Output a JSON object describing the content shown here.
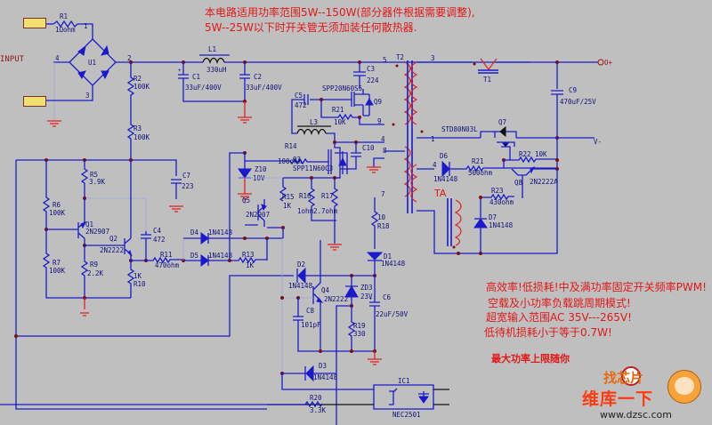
{
  "notes": {
    "header_line1": "本电路适用功率范围5W--150W(部分器件根据需要调整),",
    "header_line2": "5W--25W以下时开关管无须加装任何散热器.",
    "features": [
      "高效率!低损耗!中及满功率固定开关频率PWM!",
      "空载及小功率负载跳周期模式!",
      "超宽输入范围AC 35V---265V!",
      "低待机损耗小于等于0.7W!"
    ],
    "max_power": "最大功率上限随你"
  },
  "input": {
    "label": "INPUT",
    "pin_top": "1",
    "pin_left": "4",
    "pin_right": "2",
    "pin_bottom": "3"
  },
  "components": {
    "R1": {
      "ref": "R1",
      "value": "1Ωohm"
    },
    "U1": {
      "ref": "U1"
    },
    "L1": {
      "ref": "L1",
      "value": "330uH"
    },
    "C1": {
      "ref": "C1",
      "value": "33uF/400V"
    },
    "C2": {
      "ref": "C2",
      "value": "33uF/400V"
    },
    "C3": {
      "ref": "C3",
      "value": "224"
    },
    "Q9": {
      "ref": "Q9",
      "part": "SPP20N60S5"
    },
    "C5": {
      "ref": "C5",
      "value": "472"
    },
    "R21": {
      "ref": "R21",
      "value": "10K"
    },
    "L3": {
      "ref": "L3"
    },
    "R2": {
      "ref": "R2",
      "value": "100K"
    },
    "R3": {
      "ref": "R3",
      "value": "100K"
    },
    "R14": {
      "ref": "R14",
      "value": "100ohm"
    },
    "Q3": {
      "ref": "Q3",
      "part": "SPP11N60C3"
    },
    "C10": {
      "ref": "C10"
    },
    "Z10": {
      "ref": "Z10",
      "value": "10V"
    },
    "Q5": {
      "ref": "Q5",
      "part": "2N2907"
    },
    "R15": {
      "ref": "R15",
      "value": "1K"
    },
    "R16": {
      "ref": "R16",
      "value": "1ohm"
    },
    "R17": {
      "ref": "R17",
      "value": "2.7ohm"
    },
    "R5": {
      "ref": "R5",
      "value": "3.9K"
    },
    "R6": {
      "ref": "R6",
      "value": "100K"
    },
    "R7": {
      "ref": "R7",
      "value": "100K"
    },
    "R9": {
      "ref": "R9",
      "value": "2.2K"
    },
    "R10": {
      "ref": "R10",
      "value": "1K"
    },
    "Q1": {
      "ref": "Q1",
      "part": "2N2907"
    },
    "Q2": {
      "ref": "Q2",
      "part": "2N2222"
    },
    "C4": {
      "ref": "C4",
      "value": "472"
    },
    "C7": {
      "ref": "C7",
      "value": "223"
    },
    "R11": {
      "ref": "R11",
      "value": "470ohm"
    },
    "D4": {
      "ref": "D4",
      "part": "1N4148"
    },
    "D5": {
      "ref": "D5",
      "part": "1N4148"
    },
    "R13": {
      "ref": "R13",
      "value": "1K"
    },
    "D2": {
      "ref": "D2",
      "part": "1N4148"
    },
    "Q4": {
      "ref": "Q4",
      "part": "2N2222"
    },
    "C8": {
      "ref": "C8",
      "value": "101pF"
    },
    "ZD3": {
      "ref": "ZD3",
      "value": "23V"
    },
    "C6": {
      "ref": "C6",
      "value": "22uF/50V"
    },
    "R19": {
      "ref": "R19",
      "value": "330"
    },
    "R18": {
      "ref": "R18",
      "value": "10"
    },
    "D1": {
      "ref": "D1",
      "part": "1N4148"
    },
    "D3": {
      "ref": "D3",
      "part": "1N4148"
    },
    "T2": {
      "ref": "T2"
    },
    "T1": {
      "ref": "T1"
    },
    "C9": {
      "ref": "C9",
      "value": "470uF/25V"
    },
    "Q7": {
      "ref": "Q7",
      "part": "STD80N03L"
    },
    "D6": {
      "ref": "D6",
      "part": "1N4148"
    },
    "R21b": {
      "ref": "R21",
      "value": "500ohm"
    },
    "R22": {
      "ref": "R22",
      "value": "10K"
    },
    "Q8": {
      "ref": "Q8",
      "part": "2N2222A"
    },
    "R23": {
      "ref": "R23",
      "value": "430ohm"
    },
    "D7": {
      "ref": "D7",
      "part": "1N4148"
    },
    "TA": {
      "ref": "TA"
    },
    "R20": {
      "ref": "R20",
      "value": "3.3K"
    },
    "IC1": {
      "ref": "IC1",
      "part": "NEC2501"
    }
  },
  "pins": {
    "p5": "5",
    "p9": "9",
    "p4": "4",
    "p8": "8",
    "p7": "7",
    "p3": "3",
    "p1": "1"
  },
  "output": {
    "plus": "O+",
    "minus": "V-"
  },
  "watermark": {
    "line1": "找芯片",
    "line2": "维库一下",
    "url": "www.dzsc.com"
  }
}
